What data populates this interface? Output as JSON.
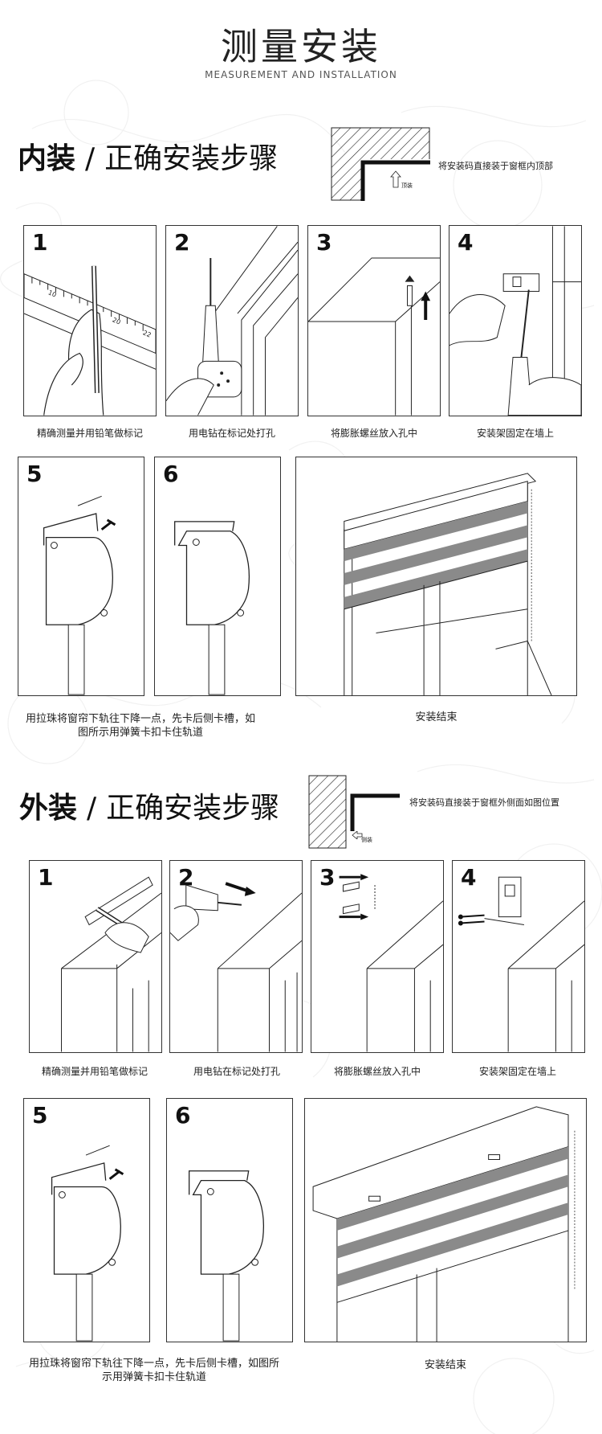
{
  "header": {
    "title": "测量安装",
    "subtitle": "MEASUREMENT AND INSTALLATION"
  },
  "inner": {
    "title_bold": "内装",
    "slash": "/",
    "title_rest": "正确安装步骤",
    "note": "将安装码直接装于窗框内顶部",
    "direction_label": "顶装",
    "steps": [
      {
        "num": "1",
        "caption": "精确测量并用铅笔做标记"
      },
      {
        "num": "2",
        "caption": "用电钻在标记处打孔"
      },
      {
        "num": "3",
        "caption": "将膨胀螺丝放入孔中"
      },
      {
        "num": "4",
        "caption": "安装架固定在墙上"
      },
      {
        "num": "5",
        "caption": "用拉珠将窗帘下轨往下降一点，先卡后侧卡槽，如图所示用弹簧卡扣卡住轨道"
      },
      {
        "num": "6",
        "caption": ""
      }
    ],
    "final_caption": "安装结束"
  },
  "outer": {
    "title_bold": "外装",
    "slash": "/",
    "title_rest": "正确安装步骤",
    "note": "将安装码直接装于窗框外侧面如图位置",
    "direction_label": "侧装",
    "steps": [
      {
        "num": "1",
        "caption": "精确测量并用铅笔做标记"
      },
      {
        "num": "2",
        "caption": "用电钻在标记处打孔"
      },
      {
        "num": "3",
        "caption": "将膨胀螺丝放入孔中"
      },
      {
        "num": "4",
        "caption": "安装架固定在墙上"
      },
      {
        "num": "5",
        "caption": "用拉珠将窗帘下轨往下降一点，先卡后侧卡槽，如图所示用弹簧卡扣卡住轨道"
      },
      {
        "num": "6",
        "caption": ""
      }
    ],
    "final_caption": "安装结束"
  },
  "ruler_ticks": {
    "a": "10",
    "b": "20",
    "c": "22"
  },
  "icons": [
    "hatched-wall-icon",
    "bracket-icon",
    "arrow-icon",
    "pencil-ruler-illustration",
    "drill-illustration",
    "anchor-screw-illustration",
    "screwdriver-illustration",
    "headrail-bracket-illustration",
    "zebra-blind-illustration"
  ]
}
